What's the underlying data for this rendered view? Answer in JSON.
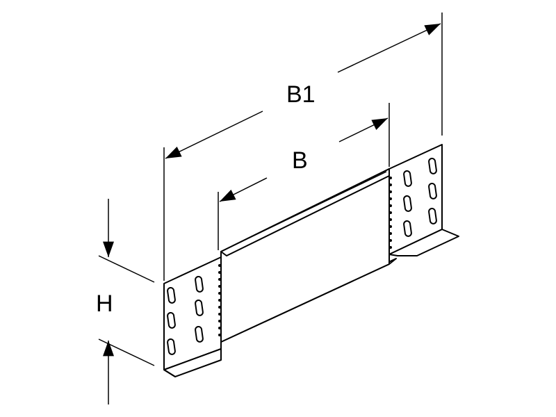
{
  "dimensions": {
    "b1_label": "B1",
    "b_label": "B",
    "h_label": "H"
  },
  "colors": {
    "line": "#000000",
    "background": "#ffffff"
  }
}
